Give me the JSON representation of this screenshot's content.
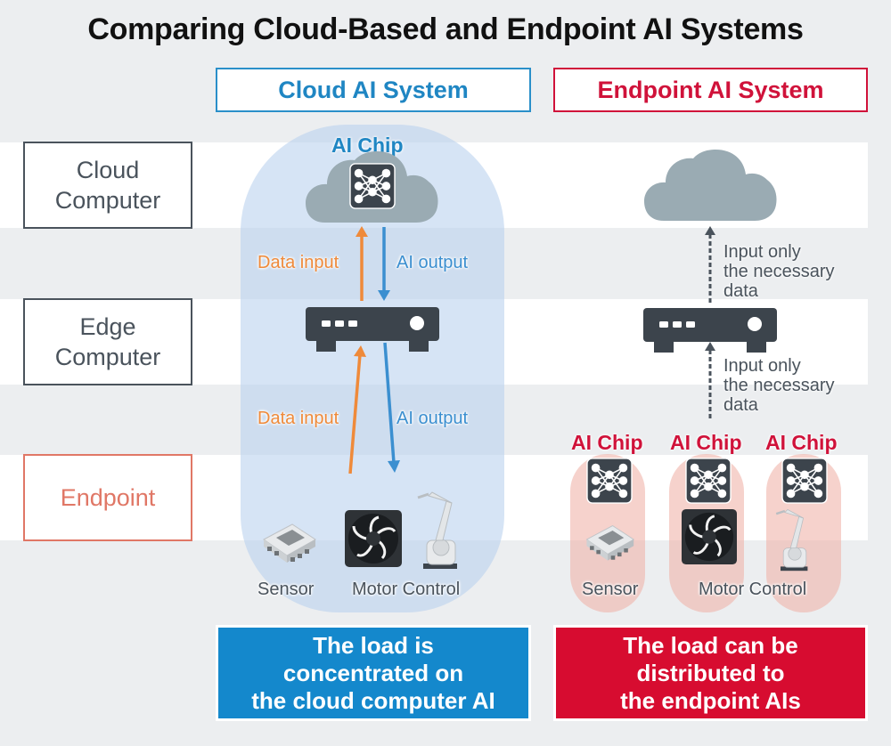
{
  "title": "Comparing Cloud-Based and Endpoint AI Systems",
  "systems": {
    "cloud": {
      "label": "Cloud AI System",
      "color": "#1f86c3"
    },
    "endpoint": {
      "label": "Endpoint AI System",
      "color": "#d0123a"
    }
  },
  "rows": [
    {
      "label": "Cloud\nComputer"
    },
    {
      "label": "Edge\nComputer"
    },
    {
      "label": "Endpoint"
    }
  ],
  "cloud_system": {
    "chip_label": "AI Chip",
    "upper_input": "Data input",
    "upper_output": "AI output",
    "lower_input": "Data input",
    "lower_output": "AI output",
    "devices": {
      "sensor": "Sensor",
      "motor_control": "Motor Control"
    },
    "summary": "The load is\nconcentrated on\nthe cloud computer AI"
  },
  "endpoint_system": {
    "upper_note": "Input only\nthe necessary\ndata",
    "lower_note": "Input only\nthe necessary\ndata",
    "chip_labels": [
      "AI Chip",
      "AI Chip",
      "AI Chip"
    ],
    "devices": {
      "sensor": "Sensor",
      "motor_control": "Motor Control"
    },
    "summary": "The load can be\ndistributed to\nthe endpoint AIs"
  },
  "icons": {
    "cloud": "cloud-icon",
    "ai_chip": "neural-network-chip-icon",
    "edge": "router-icon",
    "sensor": "sensor-chip-icon",
    "fan": "fan-motor-icon",
    "robot": "robot-arm-icon"
  },
  "colors": {
    "data_input": "#ef8a3a",
    "ai_output": "#3b8fd0",
    "device_dark": "#3c444c",
    "cloud_gray": "#9aabb3"
  }
}
